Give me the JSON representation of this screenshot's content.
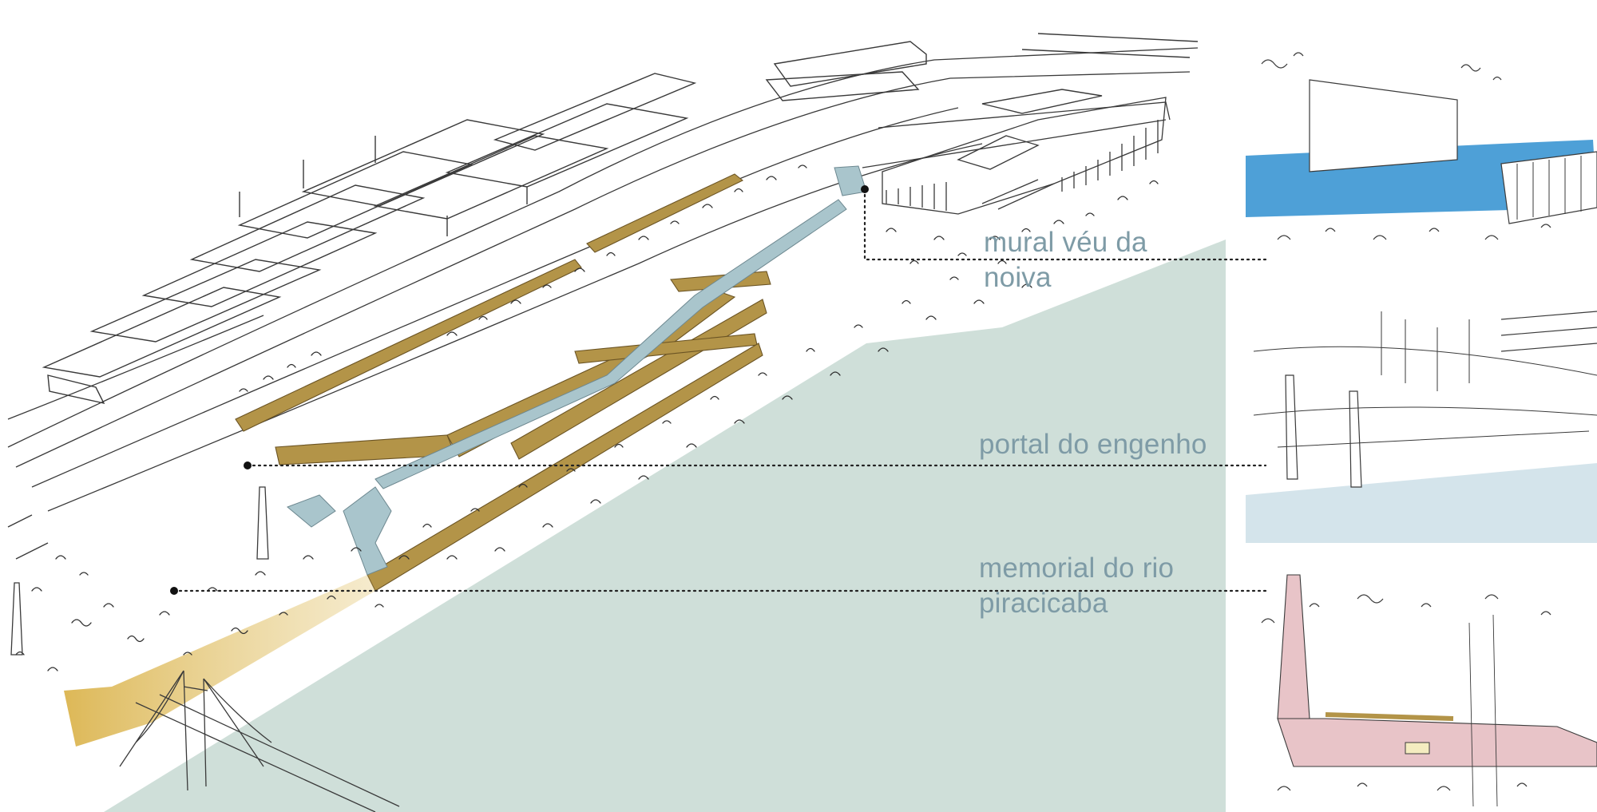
{
  "annotations": {
    "mural": {
      "line1": "mural véu da",
      "line2": "noiva"
    },
    "portal": {
      "line1": "portal do engenho"
    },
    "memorial": {
      "line1": "memorial do rio",
      "line2": "piracicaba"
    }
  },
  "colors": {
    "river": "#cfdfd9",
    "wood_deck": "#b39448",
    "water_channel": "#a9c5cc",
    "label_text": "#7e9ba6",
    "mural_blue": "#2f8fd0",
    "memorial_pink": "#e8c4c8",
    "ink": "#3a3a3a"
  },
  "icons": {
    "callout_marker": "filled-dot",
    "leader_line": "dotted-line"
  }
}
